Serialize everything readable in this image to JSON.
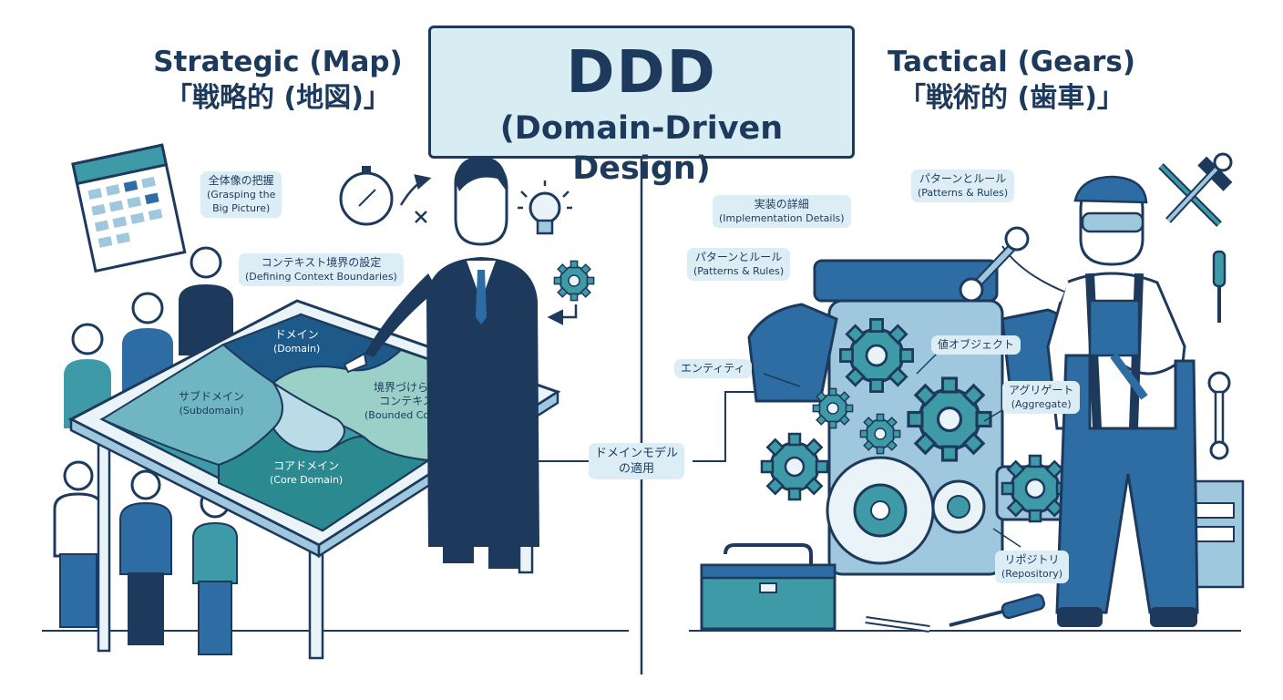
{
  "header": {
    "title": "DDD",
    "subtitle": "(Domain-Driven Design)"
  },
  "strategic": {
    "title_en": "Strategic (Map)",
    "title_jp": "「戦略的 (地図)」",
    "labels": {
      "big_picture_jp": "全体像の把握",
      "big_picture_en_1": "(Grasping the",
      "big_picture_en_2": "Big Picture)",
      "context_boundaries_jp": "コンテキスト境界の設定",
      "context_boundaries_en": "(Defining Context Boundaries)",
      "domain_jp": "ドメイン",
      "domain_en": "(Domain)",
      "subdomain_jp": "サブドメイン",
      "subdomain_en": "(Subdomain)",
      "bounded_context_jp_1": "境界づけられた",
      "bounded_context_jp_2": "コンテキスト",
      "bounded_context_en": "(Bounded Context)",
      "core_domain_jp": "コアドメイン",
      "core_domain_en": "(Core Domain)"
    }
  },
  "bridge": {
    "line1": "ドメインモデル",
    "line2": "の適用"
  },
  "tactical": {
    "title_en": "Tactical (Gears)",
    "title_jp": "「戦術的 (歯車)」",
    "labels": {
      "implementation_jp": "実装の詳細",
      "implementation_en": "(Implementation Details)",
      "patterns_top_jp": "パターンとルール",
      "patterns_top_en": "(Patterns & Rules)",
      "patterns_jp": "パターンとルール",
      "patterns_en": "(Patterns & Rules)",
      "value_object_jp": "値オブジェクト",
      "entity_jp": "エンティティ",
      "aggregate_jp": "アグリゲート",
      "aggregate_en": "(Aggregate)",
      "repository_jp": "リポジトリ",
      "repository_en": "(Repository)"
    }
  },
  "colors": {
    "navy": "#1d3a5c",
    "blue": "#2e6da4",
    "teal": "#3f9aa8",
    "light_blue": "#d8ecf4",
    "pale": "#eaf4f8"
  },
  "icons": [
    "calendar-icon",
    "compass-icon",
    "lightbulb-icon",
    "gear-icon",
    "hammer-wrench-icon",
    "screwdriver-icon",
    "wrench-icon",
    "toolbox-icon"
  ]
}
